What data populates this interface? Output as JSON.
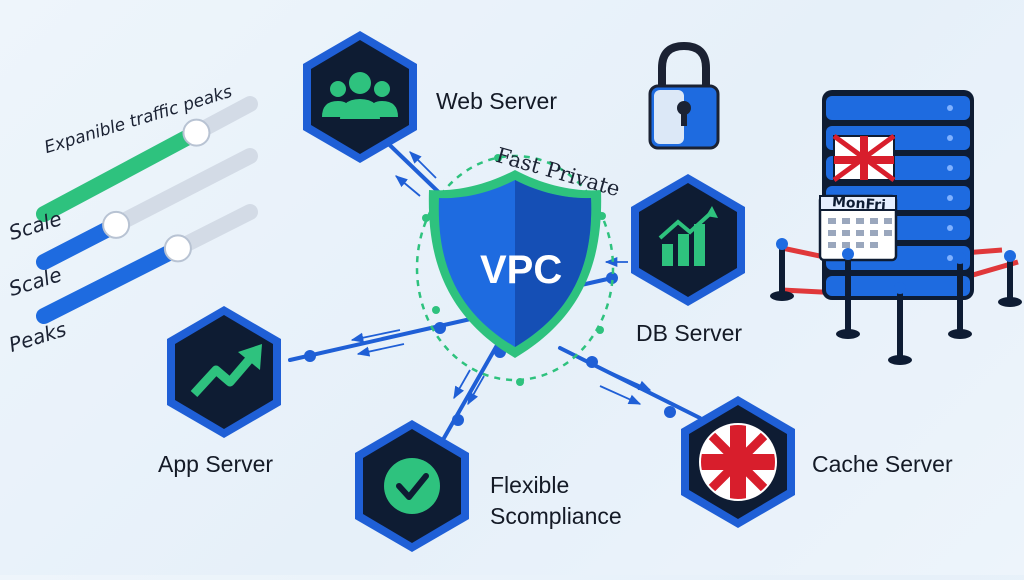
{
  "diagram": {
    "center": {
      "label": "VPC",
      "caption": "Fast Private"
    },
    "nodes": {
      "web_server": "Web Server",
      "db_server": "DB Server",
      "app_server": "App Server",
      "compliance": "Flexible\nScompliance",
      "cache_server": "Cache Server"
    },
    "sliders": {
      "title": "Expanible traffic peaks",
      "items": [
        {
          "label": "Scale",
          "level": 0.74,
          "color": "#2ec27e"
        },
        {
          "label": "Scale",
          "level": 0.35,
          "color": "#1e6be0"
        },
        {
          "label": "Peaks",
          "level": 0.65,
          "color": "#1e6be0"
        }
      ]
    },
    "server_rack": {
      "calendar_label": "MonFri"
    },
    "colors": {
      "hex_fill": "#0e1c33",
      "hex_border": "#1f5fd6",
      "accent_green": "#2ec27e",
      "accent_blue": "#1e6be0",
      "barrier_red": "#e0383a"
    },
    "icons": [
      "users-icon",
      "bar-chart-up-icon",
      "trend-up-arrow-icon",
      "checkmark-icon",
      "uk-flag-icon",
      "padlock-icon",
      "vpc-shield-icon",
      "server-rack-icon"
    ]
  }
}
